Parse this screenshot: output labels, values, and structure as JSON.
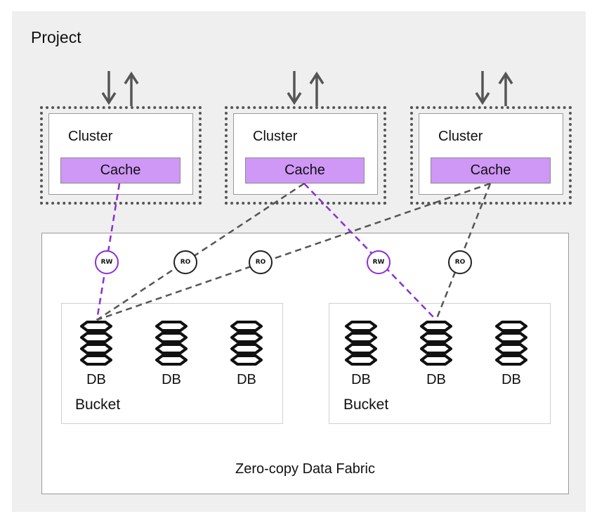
{
  "project": {
    "title": "Project"
  },
  "clusters": [
    {
      "label": "Cluster",
      "cache": "Cache"
    },
    {
      "label": "Cluster",
      "cache": "Cache"
    },
    {
      "label": "Cluster",
      "cache": "Cache"
    }
  ],
  "buckets": [
    {
      "label": "Bucket",
      "dbs": [
        "DB",
        "DB",
        "DB"
      ]
    },
    {
      "label": "Bucket",
      "dbs": [
        "DB",
        "DB",
        "DB"
      ]
    }
  ],
  "badges": [
    "RW",
    "RO",
    "RO",
    "RW",
    "RO"
  ],
  "fabric": {
    "label": "Zero-copy Data Fabric"
  },
  "colors": {
    "cache_fill": "#cf97f6",
    "rw": "#8b2fd6",
    "ro": "#555555",
    "background": "#efefef"
  },
  "icons": [
    "arrow-down-icon",
    "arrow-up-icon",
    "database-icon"
  ]
}
